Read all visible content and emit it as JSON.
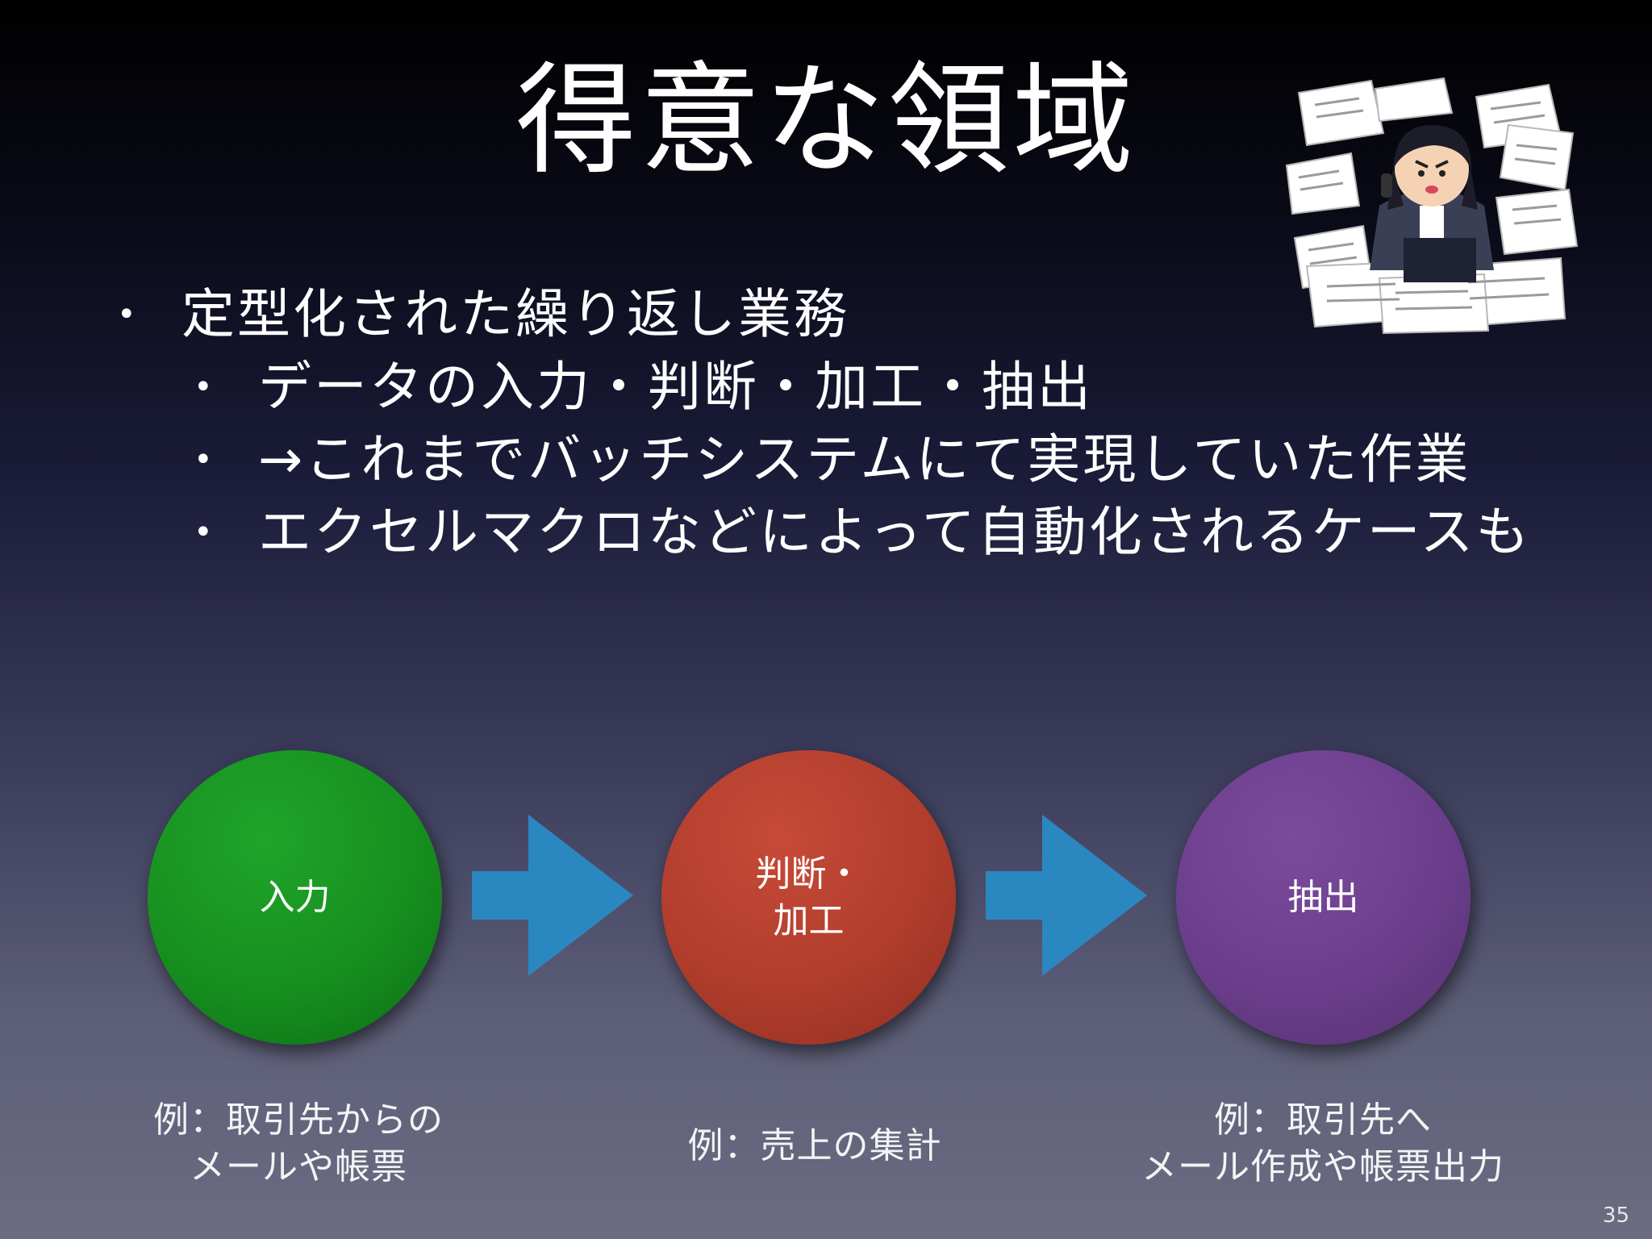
{
  "slide": {
    "title": "得意な領域",
    "bullets": [
      {
        "level": 1,
        "text": "定型化された繰り返し業務"
      },
      {
        "level": 2,
        "text": "データの入力・判断・加工・抽出"
      },
      {
        "level": 2,
        "text": "→これまでバッチシステムにて実現していた作業"
      },
      {
        "level": 2,
        "text": "エクセルマクロなどによって自動化されるケースも"
      }
    ],
    "bullet_symbol": "•",
    "clipart_icon": "overworked-office-worker-with-papers-illustration",
    "flow": {
      "steps": [
        {
          "label": "入力",
          "color": "#178f1f",
          "caption": "例：取引先からの\nメールや帳票"
        },
        {
          "label": "判断・\n加工",
          "color": "#b13d2c",
          "caption": "例：売上の集計"
        },
        {
          "label": "抽出",
          "color": "#6b3e8c",
          "caption": "例：取引先へ\nメール作成や帳票出力"
        }
      ],
      "arrow_color": "#2b87c0",
      "arrow_icon": "right-arrow-icon"
    },
    "page_number": "35"
  }
}
